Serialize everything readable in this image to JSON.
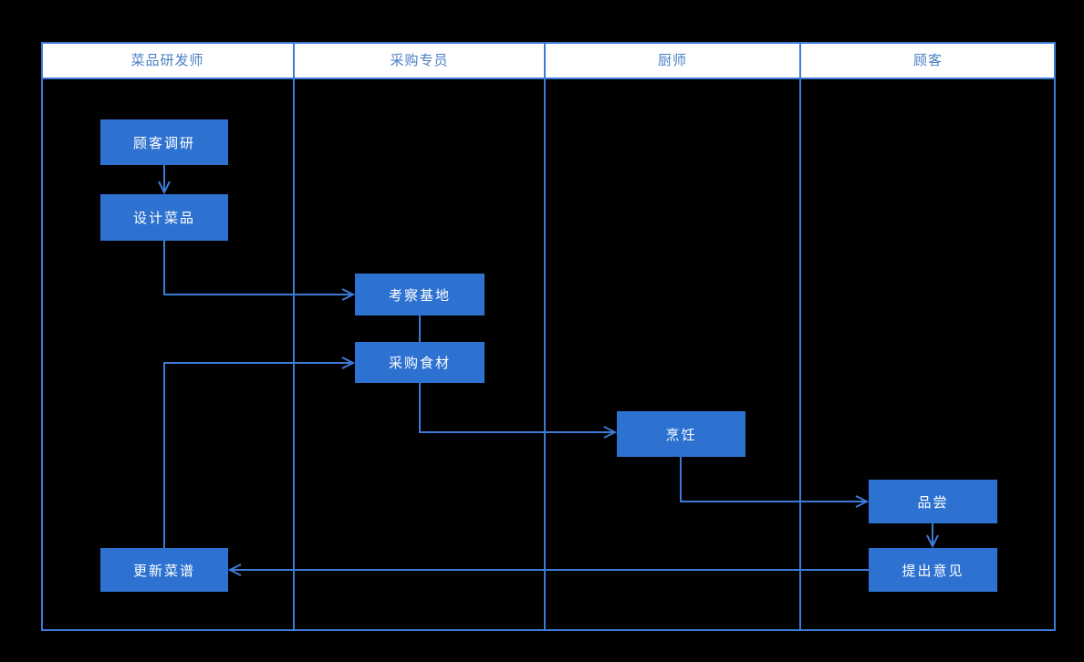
{
  "colors": {
    "background": "#000000",
    "node_fill": "#2e72d1",
    "node_text": "#ffffff",
    "line": "#3d7ad6",
    "header_background": "#ffffff",
    "header_text": "#4a7fc4"
  },
  "diagram": {
    "type": "swimlane-flowchart",
    "lanes": [
      {
        "label": "菜品研发师"
      },
      {
        "label": "采购专员"
      },
      {
        "label": "厨师"
      },
      {
        "label": "顾客"
      }
    ],
    "nodes": [
      {
        "id": "customer-research",
        "lane": "菜品研发师",
        "label": "顾客调研"
      },
      {
        "id": "design-dishes",
        "lane": "菜品研发师",
        "label": "设计菜品"
      },
      {
        "id": "inspect-base",
        "lane": "采购专员",
        "label": "考察基地"
      },
      {
        "id": "purchase-ingredients",
        "lane": "采购专员",
        "label": "采购食材"
      },
      {
        "id": "cooking",
        "lane": "厨师",
        "label": "烹饪"
      },
      {
        "id": "tasting",
        "lane": "顾客",
        "label": "品尝"
      },
      {
        "id": "give-feedback",
        "lane": "顾客",
        "label": "提出意见"
      },
      {
        "id": "update-recipes",
        "lane": "菜品研发师",
        "label": "更新菜谱"
      }
    ],
    "edges": [
      {
        "from": "customer-research",
        "to": "design-dishes",
        "arrow": true
      },
      {
        "from": "design-dishes",
        "to": "inspect-base",
        "arrow": true
      },
      {
        "from": "inspect-base",
        "to": "purchase-ingredients",
        "arrow": false
      },
      {
        "from": "purchase-ingredients",
        "to": "cooking",
        "arrow": true
      },
      {
        "from": "cooking",
        "to": "tasting",
        "arrow": true
      },
      {
        "from": "tasting",
        "to": "give-feedback",
        "arrow": true
      },
      {
        "from": "give-feedback",
        "to": "update-recipes",
        "arrow": true
      },
      {
        "from": "update-recipes",
        "to": "purchase-ingredients",
        "arrow": true
      }
    ]
  }
}
